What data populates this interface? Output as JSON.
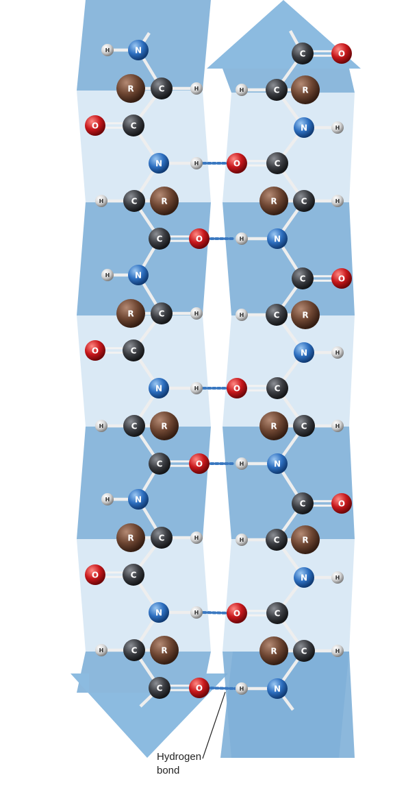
{
  "annotation": {
    "line1": "Hydrogen",
    "line2": "bond"
  },
  "atom_labels": {
    "carbon": "C",
    "nitrogen": "N",
    "oxygen": "O",
    "hydrogen": "H",
    "r_group": "R"
  },
  "colors": {
    "strand_light": "#d6e7f4",
    "strand_dark": "#7fb0d8",
    "carbon": "#3b3d42",
    "nitrogen": "#2d6fc0",
    "oxygen": "#c8181c",
    "hydrogen": "#e6e6e6",
    "r_group": "#6e4632",
    "hbond": "#3a78c0"
  },
  "strands": [
    {
      "direction": "down"
    },
    {
      "direction": "up"
    }
  ]
}
